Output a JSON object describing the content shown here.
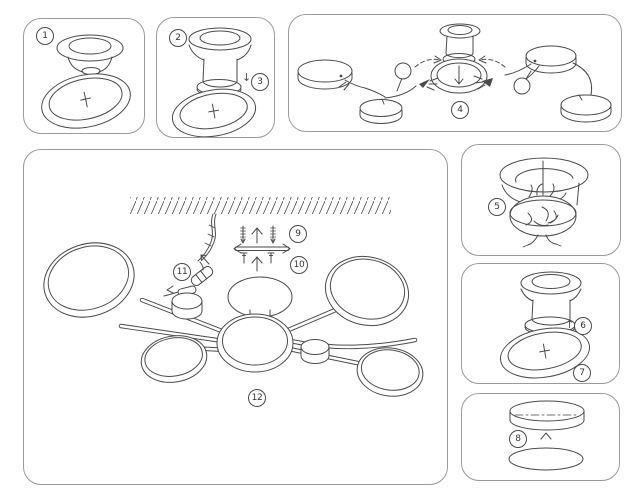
{
  "document": {
    "kind": "assembly-instruction-diagram",
    "subject": "multi-shade ceiling lamp"
  },
  "style": {
    "background": "#ffffff",
    "panel_border_color": "#9b9b9b",
    "line_color": "#4a4a4a",
    "marker_text_color": "#333333"
  },
  "steps": [
    {
      "label": "1"
    },
    {
      "label": "2"
    },
    {
      "label": "3",
      "arrow": "↓"
    },
    {
      "label": "4"
    },
    {
      "label": "5"
    },
    {
      "label": "6",
      "arrow": "↑"
    },
    {
      "label": "7"
    },
    {
      "label": "8"
    },
    {
      "label": "9"
    },
    {
      "label": "10"
    },
    {
      "label": "11"
    },
    {
      "label": "12"
    }
  ]
}
